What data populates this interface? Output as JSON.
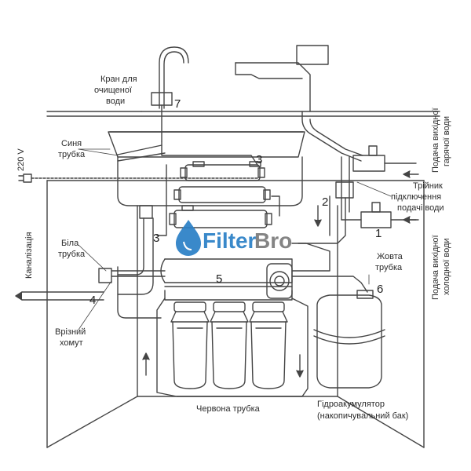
{
  "labels": {
    "faucet_line1": "Кран для",
    "faucet_line2": "очищеної",
    "faucet_line3": "води",
    "blue_tube_line1": "Синя",
    "blue_tube_line2": "трубка",
    "voltage": "220 V",
    "sewer": "Каналізація",
    "white_tube_line1": "Біла",
    "white_tube_line2": "трубка",
    "clamp_line1": "Врізний",
    "clamp_line2": "хомут",
    "red_tube": "Червона трубка",
    "accumulator_line1": "Гідроакумулятор",
    "accumulator_line2": "(накопичувальний бак)",
    "yellow_tube_line1": "Жовта",
    "yellow_tube_line2": "трубка",
    "tee_line1": "Трійник",
    "tee_line2": "підключення",
    "tee_line3": "подачі води",
    "hot_supply_line1": "Подача вихідної",
    "hot_supply_line2": "гарячої води",
    "cold_supply_line1": "Подача вихідної",
    "cold_supply_line2": "холодної води"
  },
  "numbers": {
    "n1": "1",
    "n2": "2",
    "n3_top": "3",
    "n3_left": "3",
    "n4": "4",
    "n5": "5",
    "n6": "6",
    "n7": "7"
  },
  "logo": {
    "part1": "Filter",
    "part2": "Bro",
    "icon": "water-drop-icon"
  },
  "colors": {
    "line": "#444444",
    "logo_blue": "#2a7fc6",
    "logo_gray": "#7a7a7a"
  }
}
